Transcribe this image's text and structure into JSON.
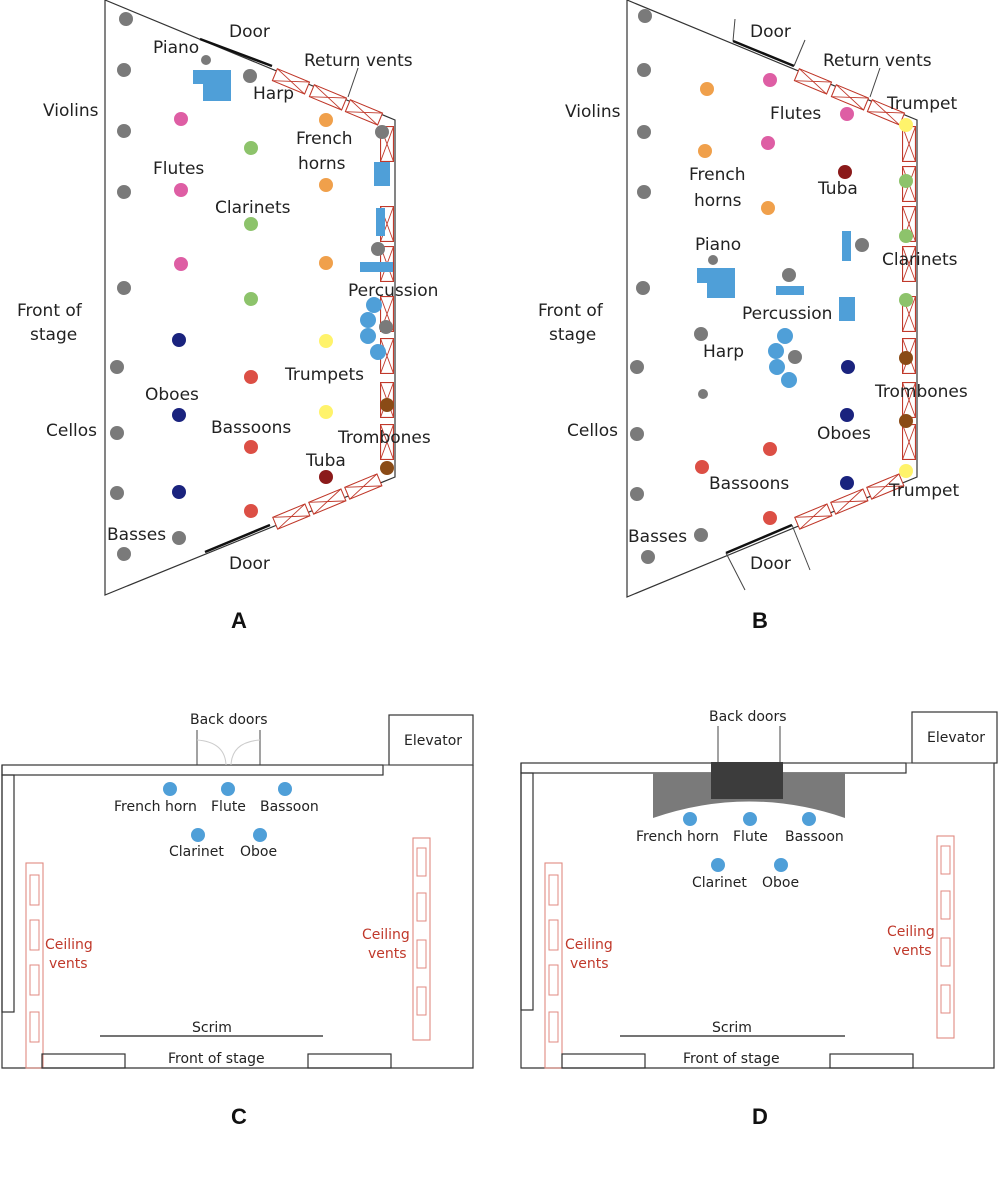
{
  "colors": {
    "gray": "#7a7a7a",
    "pink": "#de5ea4",
    "green": "#8dc36b",
    "orange": "#f0a04b",
    "navy": "#1a237e",
    "red": "#dc4f45",
    "yellow": "#fff36b",
    "brown": "#8a4b16",
    "maroon": "#8b1a1a",
    "blue": "#4f9fd8",
    "vent": "#c0392b"
  },
  "panels": {
    "A": {
      "letter": "A",
      "labels": {
        "door_top": "Door",
        "door_bottom": "Door",
        "piano": "Piano",
        "harp": "Harp",
        "return_vents": "Return vents",
        "violins": "Violins",
        "flutes": "Flutes",
        "french_horns_1": "French",
        "french_horns_2": "horns",
        "clarinets": "Clarinets",
        "front_1": "Front of",
        "front_2": "stage",
        "percussion": "Percussion",
        "trumpets": "Trumpets",
        "oboes": "Oboes",
        "bassoons": "Bassoons",
        "cellos": "Cellos",
        "trombones": "Trombones",
        "tuba": "Tuba",
        "basses": "Basses"
      }
    },
    "B": {
      "letter": "B",
      "labels": {
        "door_top": "Door",
        "door_bottom": "Door",
        "return_vents": "Return vents",
        "violins": "Violins",
        "flutes": "Flutes",
        "trumpet_top": "Trumpet",
        "french_horns_1": "French",
        "french_horns_2": "horns",
        "tuba": "Tuba",
        "piano": "Piano",
        "clarinets": "Clarinets",
        "front_1": "Front of",
        "front_2": "stage",
        "percussion": "Percussion",
        "harp": "Harp",
        "trombones": "Trombones",
        "cellos": "Cellos",
        "oboes": "Oboes",
        "bassoons": "Bassoons",
        "trumpet_bottom": "Trumpet",
        "basses": "Basses"
      }
    },
    "C": {
      "letter": "C",
      "labels": {
        "back_doors": "Back doors",
        "elevator": "Elevator",
        "french_horn": "French horn",
        "flute": "Flute",
        "bassoon": "Bassoon",
        "clarinet": "Clarinet",
        "oboe": "Oboe",
        "ceiling_vents_left_1": "Ceiling",
        "ceiling_vents_left_2": "vents",
        "ceiling_vents_right_1": "Ceiling",
        "ceiling_vents_right_2": "vents",
        "scrim": "Scrim",
        "front_of_stage": "Front of stage"
      }
    },
    "D": {
      "letter": "D",
      "labels": {
        "back_doors": "Back doors",
        "elevator": "Elevator",
        "french_horn": "French horn",
        "flute": "Flute",
        "bassoon": "Bassoon",
        "clarinet": "Clarinet",
        "oboe": "Oboe",
        "ceiling_vents_left_1": "Ceiling",
        "ceiling_vents_left_2": "vents",
        "ceiling_vents_right_1": "Ceiling",
        "ceiling_vents_right_2": "vents",
        "scrim": "Scrim",
        "front_of_stage": "Front of stage"
      }
    }
  }
}
